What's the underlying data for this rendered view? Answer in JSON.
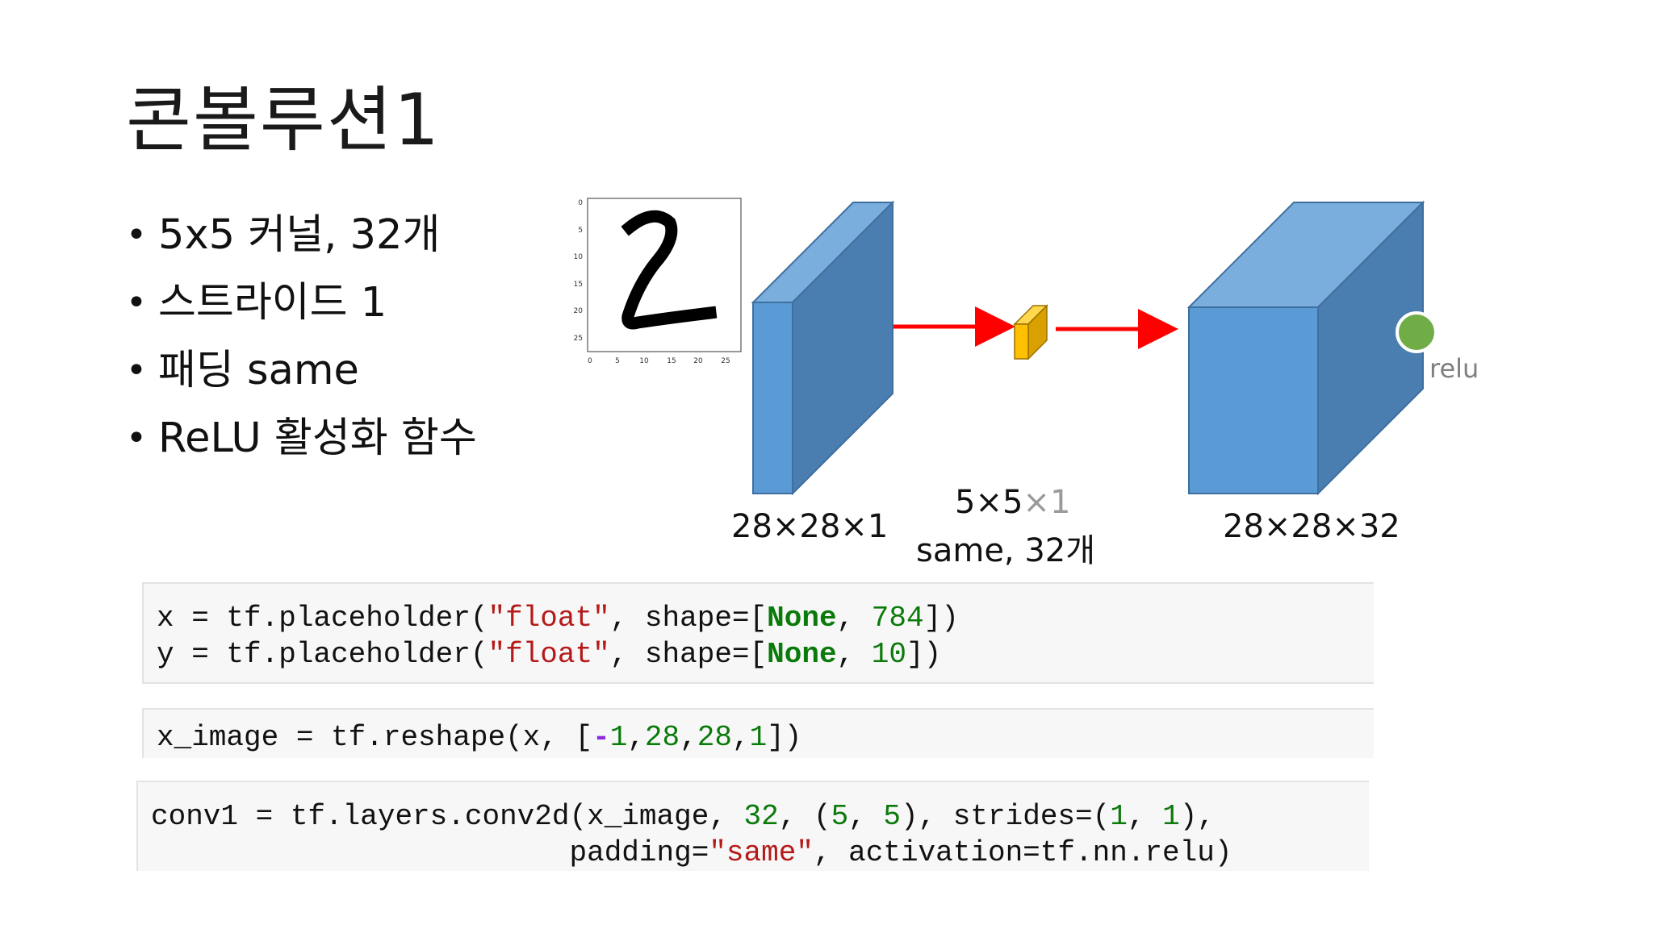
{
  "slide": {
    "title": "콘볼루션1",
    "bullets": [
      "5x5 커널, 32개",
      "스트라이드 1",
      "패딩 same",
      "ReLU 활성화 함수"
    ]
  },
  "mnist": {
    "y_ticks": [
      "0",
      "5",
      "10",
      "15",
      "20",
      "25"
    ],
    "x_ticks": [
      "0",
      "5",
      "10",
      "15",
      "20",
      "25"
    ]
  },
  "diagram": {
    "input_label": "28×28×1",
    "kernel_label_main": "5×5",
    "kernel_label_depth": "×1",
    "kernel_label_line2": "same, 32개",
    "output_label": "28×28×32",
    "activation_label": "relu",
    "colors": {
      "cube_front": "#5b9bd5",
      "cube_top": "#7aaedd",
      "cube_side": "#4a7eb0",
      "arrow": "#ff0000",
      "kernel": "#ffc000",
      "relu_dot": "#70ad47"
    }
  },
  "code": {
    "cell1": {
      "l1": [
        "x = tf.placeholder(",
        "\"float\"",
        ", shape=[",
        "None",
        ", ",
        "784",
        "])"
      ],
      "l2": [
        "y = tf.placeholder(",
        "\"float\"",
        ", shape=[",
        "None",
        ", ",
        "10",
        "])"
      ]
    },
    "cell2": {
      "l1": [
        "x_image = tf.reshape(x, [",
        "-",
        "1",
        ",",
        "28",
        ",",
        "28",
        ",",
        "1",
        "])"
      ]
    },
    "cell3": {
      "l1": [
        "conv1 = tf.layers.conv2d(x_image, ",
        "32",
        ", (",
        "5",
        ", ",
        "5",
        "), strides=(",
        "1",
        ", ",
        "1",
        "),"
      ],
      "l2": [
        "                        padding=",
        "\"same\"",
        ", activation=tf.nn.relu)"
      ]
    }
  }
}
